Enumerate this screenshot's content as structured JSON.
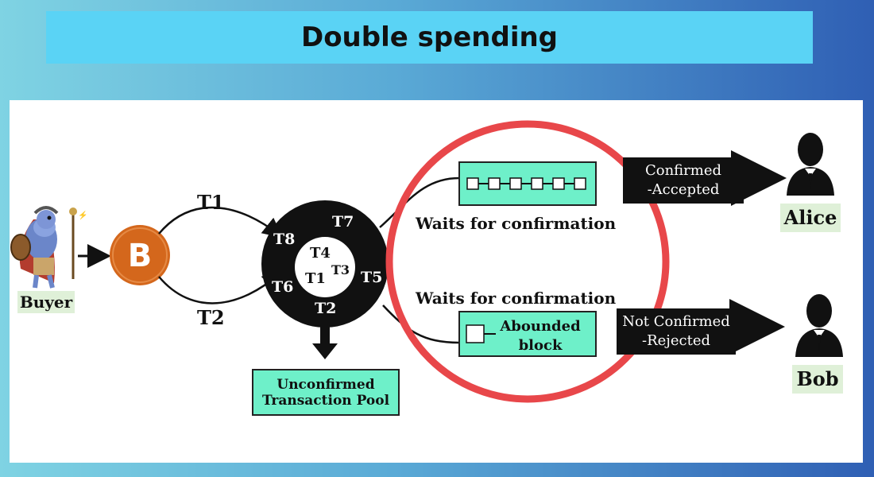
{
  "title": "Double spending",
  "actors": {
    "buyer": "Buyer",
    "alice": "Alice",
    "bob": "Bob"
  },
  "coin_symbol": "B",
  "transactions": {
    "t1": "T1",
    "t2": "T2"
  },
  "pool_ring": {
    "outer": [
      "T7",
      "T8",
      "T6",
      "T5",
      "T2"
    ],
    "inner": [
      "T4",
      "T3",
      "T1"
    ]
  },
  "pool_box": {
    "line1": "Unconfirmed",
    "line2": "Transaction Pool"
  },
  "wait_label_top": "Waits for confirmation",
  "wait_label_bottom": "Waits for confirmation",
  "abandoned_block": {
    "line1": "Abounded",
    "line2": "block"
  },
  "status_top": {
    "line1": "Confirmed",
    "line2": "-Accepted"
  },
  "status_bottom": {
    "line1": "Not Confirmed",
    "line2": "-Rejected"
  },
  "colors": {
    "highlight_circle": "#e8474a",
    "block_fill": "#6ef0c9",
    "coin": "#d4671c",
    "title_banner": "#5ad3f5"
  },
  "icons": [
    "warrior-figure-icon",
    "bitcoin-icon",
    "person-icon"
  ]
}
